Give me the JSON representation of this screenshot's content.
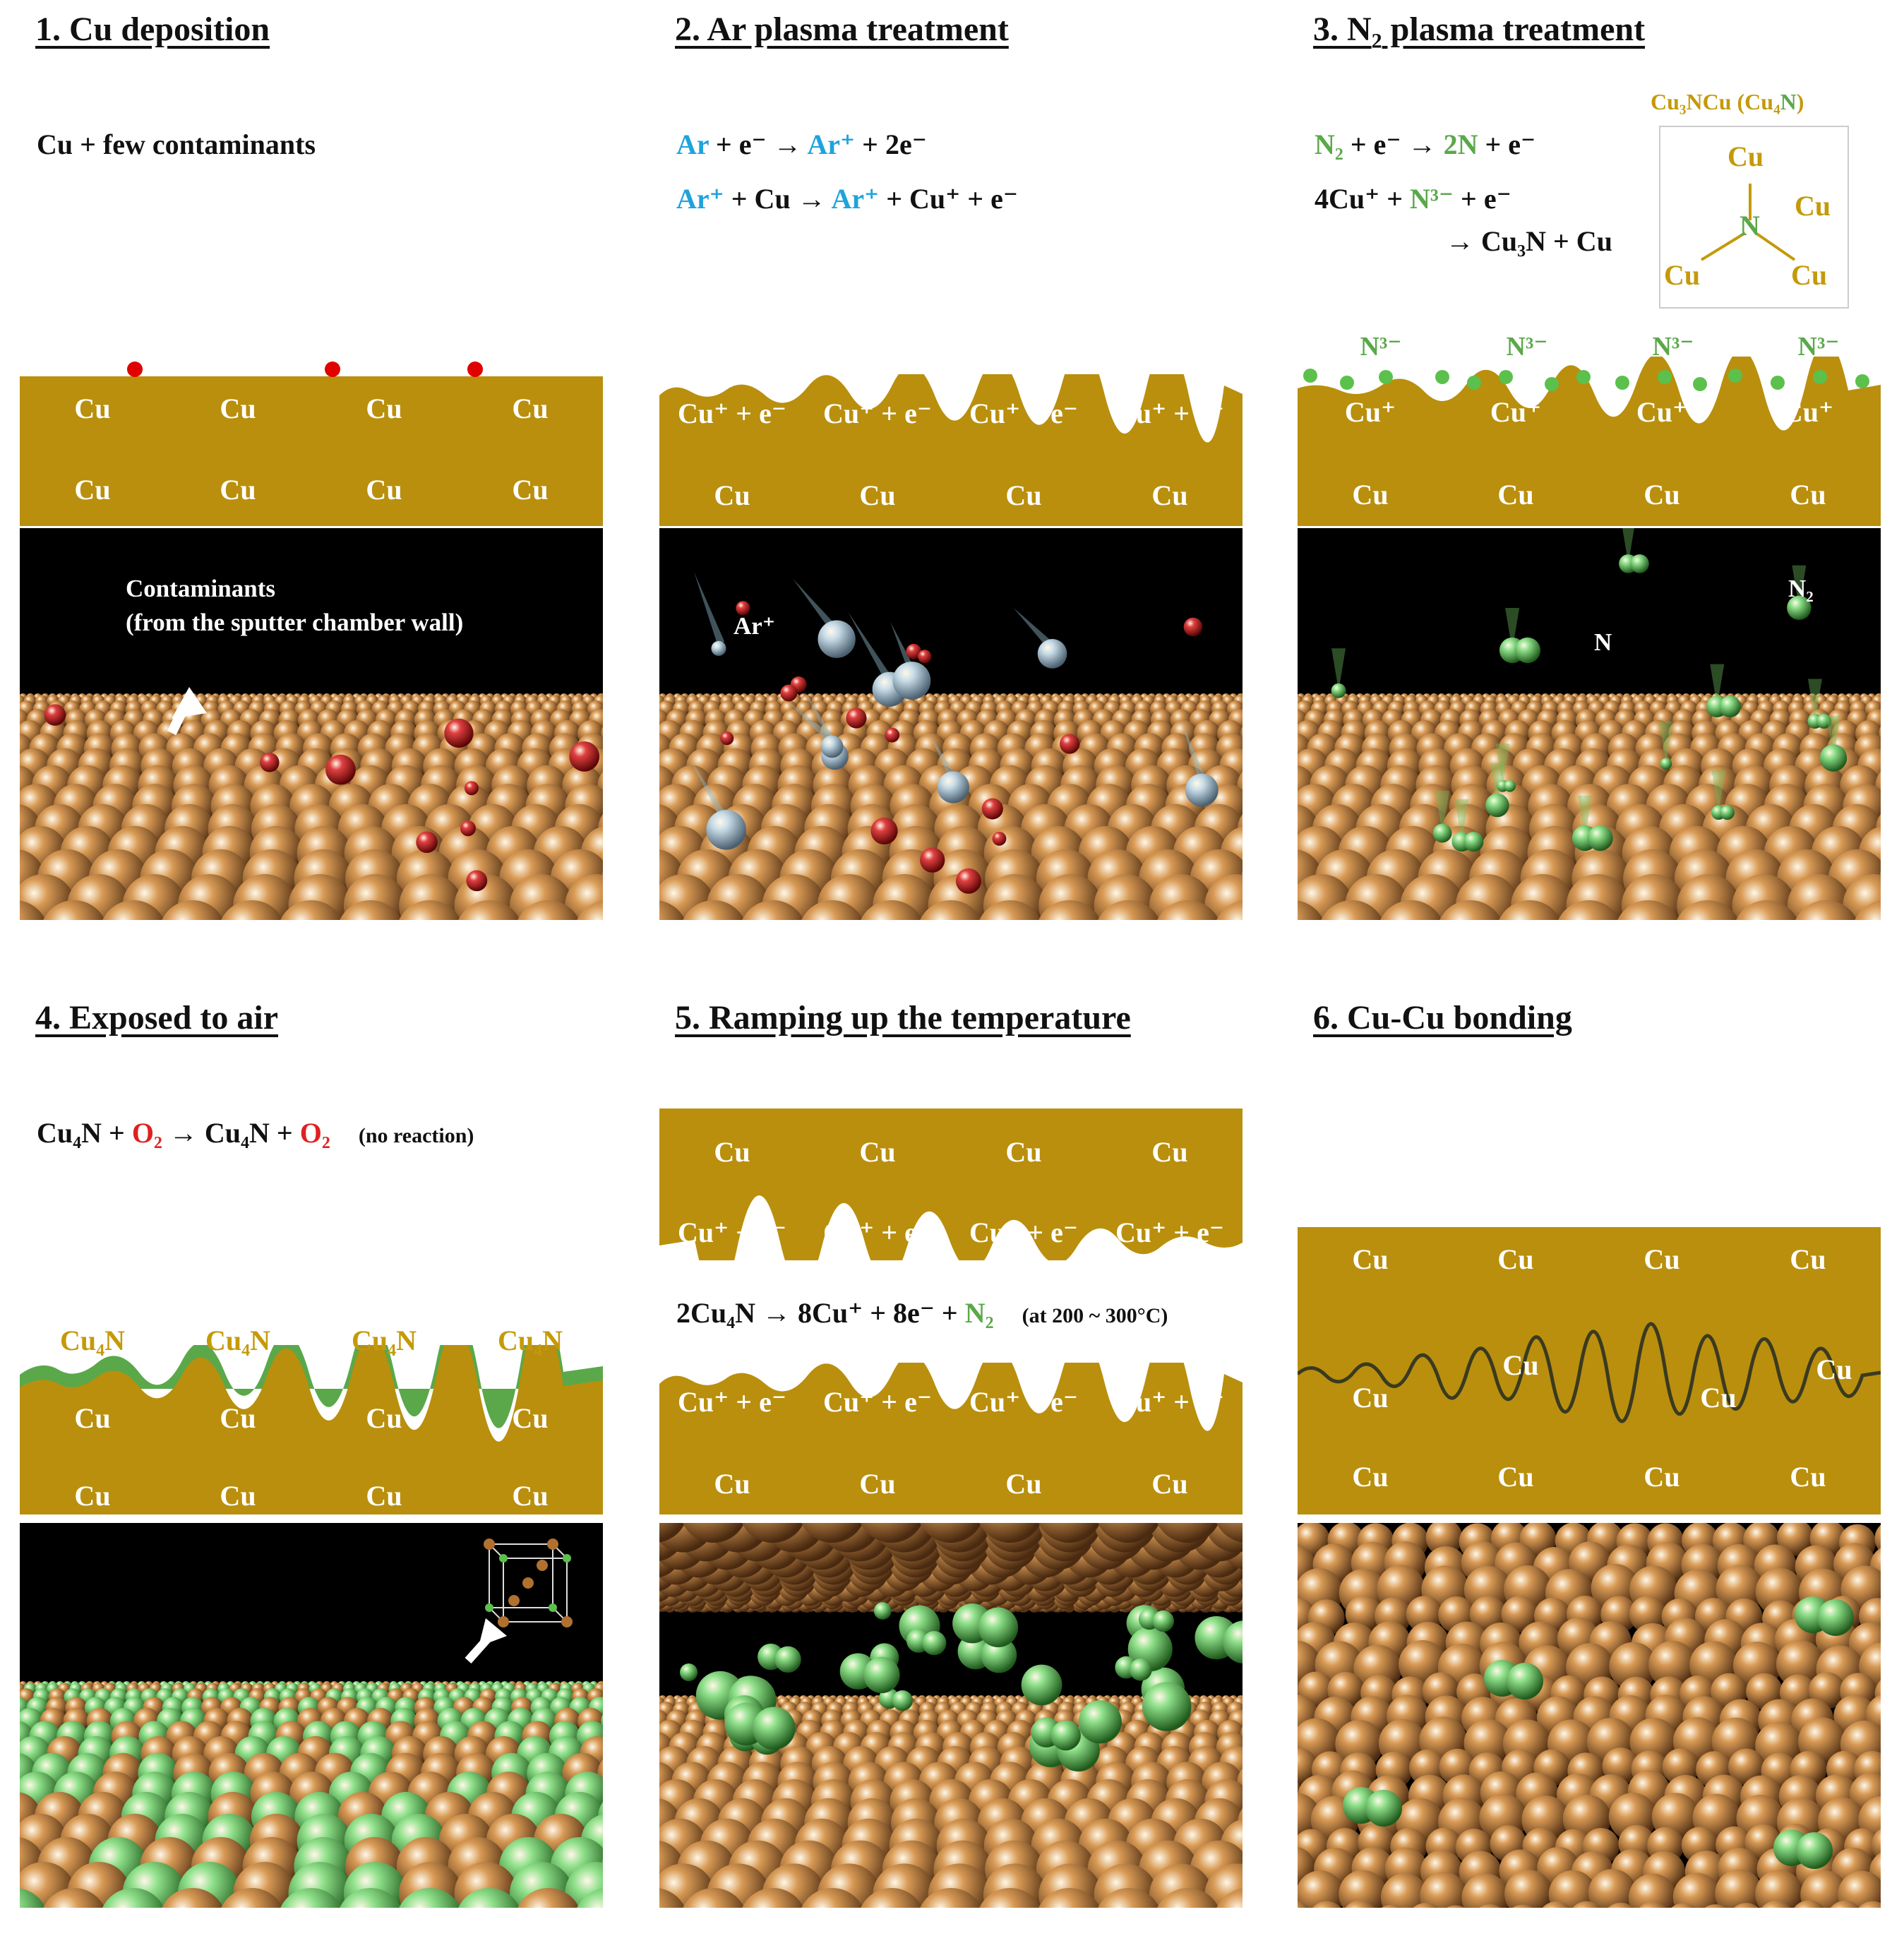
{
  "panels": {
    "p1": {
      "title": "1. Cu deposition",
      "eq1": "Cu + few contaminants",
      "top_row": [
        "Cu",
        "Cu",
        "Cu",
        "Cu"
      ],
      "bottom_row": [
        "Cu",
        "Cu",
        "Cu",
        "Cu"
      ],
      "annotation_line1": "Contaminants",
      "annotation_line2": "(from the sputter chamber wall)"
    },
    "p2": {
      "title": "2. Ar plasma treatment",
      "eq1": {
        "a": "Ar",
        "b": " + e",
        "c": "⁻",
        "d": "  → ",
        "e": "Ar⁺",
        "f": " + 2e⁻"
      },
      "eq2": {
        "a": "Ar⁺",
        "b": " + Cu → ",
        "c": "Ar⁺",
        "d": " + Cu⁺ + e⁻"
      },
      "top_row": [
        "Cu⁺ + e⁻",
        "Cu⁺ + e⁻",
        "Cu⁺ + e⁻",
        "Cu⁺ + e⁻"
      ],
      "bottom_row": [
        "Cu",
        "Cu",
        "Cu",
        "Cu"
      ],
      "scene_label": "Ar⁺"
    },
    "p3": {
      "title_a": "3. N",
      "title_sub": "2",
      "title_b": " plasma treatment",
      "eq1": {
        "a": "N₂",
        "b": " + e⁻ → ",
        "c": "2N",
        "d": " + e⁻"
      },
      "eq2": {
        "a": "4Cu⁺ + ",
        "b": "N³⁻",
        "c": " + e⁻"
      },
      "eq3": "→ Cu₃N + Cu",
      "struct_title_a": "Cu₃NCu (",
      "struct_title_b": "Cu₄",
      "struct_title_c": "N",
      "struct_title_d": ")",
      "struct_cu": [
        "Cu",
        "Cu",
        "Cu",
        "Cu"
      ],
      "struct_n": "N",
      "surface_ions": [
        "N³⁻",
        "N³⁻",
        "N³⁻",
        "N³⁻"
      ],
      "top_row": [
        "Cu⁺",
        "Cu⁺",
        "Cu⁺",
        "Cu⁺"
      ],
      "bottom_row": [
        "Cu",
        "Cu",
        "Cu",
        "Cu"
      ],
      "scene_n2": "N₂",
      "scene_n": "N"
    },
    "p4": {
      "title": "4. Exposed to air",
      "eq": {
        "a": "Cu₄N + ",
        "b": "O₂",
        "c": " → Cu₄N + ",
        "d": "O₂",
        "e": "(no reaction)"
      },
      "surface": [
        "Cu₄N",
        "Cu₄N",
        "Cu₄N",
        "Cu₄N"
      ],
      "top_row": [
        "Cu",
        "Cu",
        "Cu",
        "Cu"
      ],
      "bottom_row": [
        "Cu",
        "Cu",
        "Cu",
        "Cu"
      ]
    },
    "p5": {
      "title": "5. Ramping up the temperature",
      "upper_row1": [
        "Cu",
        "Cu",
        "Cu",
        "Cu"
      ],
      "upper_row2": [
        "Cu⁺ + e⁻",
        "Cu⁺ + e⁻",
        "Cu⁺ + e⁻",
        "Cu⁺ + e⁻"
      ],
      "eq": {
        "a": "2Cu₄N → 8Cu⁺ + 8e⁻ + ",
        "b": "N₂",
        "c": "(at 200 ~ 300°C)"
      },
      "lower_row1": [
        "Cu⁺ + e⁻",
        "Cu⁺ + e⁻",
        "Cu⁺ + e⁻",
        "Cu⁺ + e⁻"
      ],
      "lower_row2": [
        "Cu",
        "Cu",
        "Cu",
        "Cu"
      ]
    },
    "p6": {
      "title": "6. Cu-Cu bonding",
      "row1": [
        "Cu",
        "Cu",
        "Cu",
        "Cu"
      ],
      "interface": [
        "Cu",
        "Cu",
        "Cu",
        "Cu"
      ],
      "row3": [
        "Cu",
        "Cu",
        "Cu",
        "Cu"
      ]
    }
  },
  "colors": {
    "copper": "#b98f0d",
    "cyan": "#1ea3dd",
    "green": "#5aa84a",
    "red": "#e02020",
    "gold": "#c49a0a"
  }
}
